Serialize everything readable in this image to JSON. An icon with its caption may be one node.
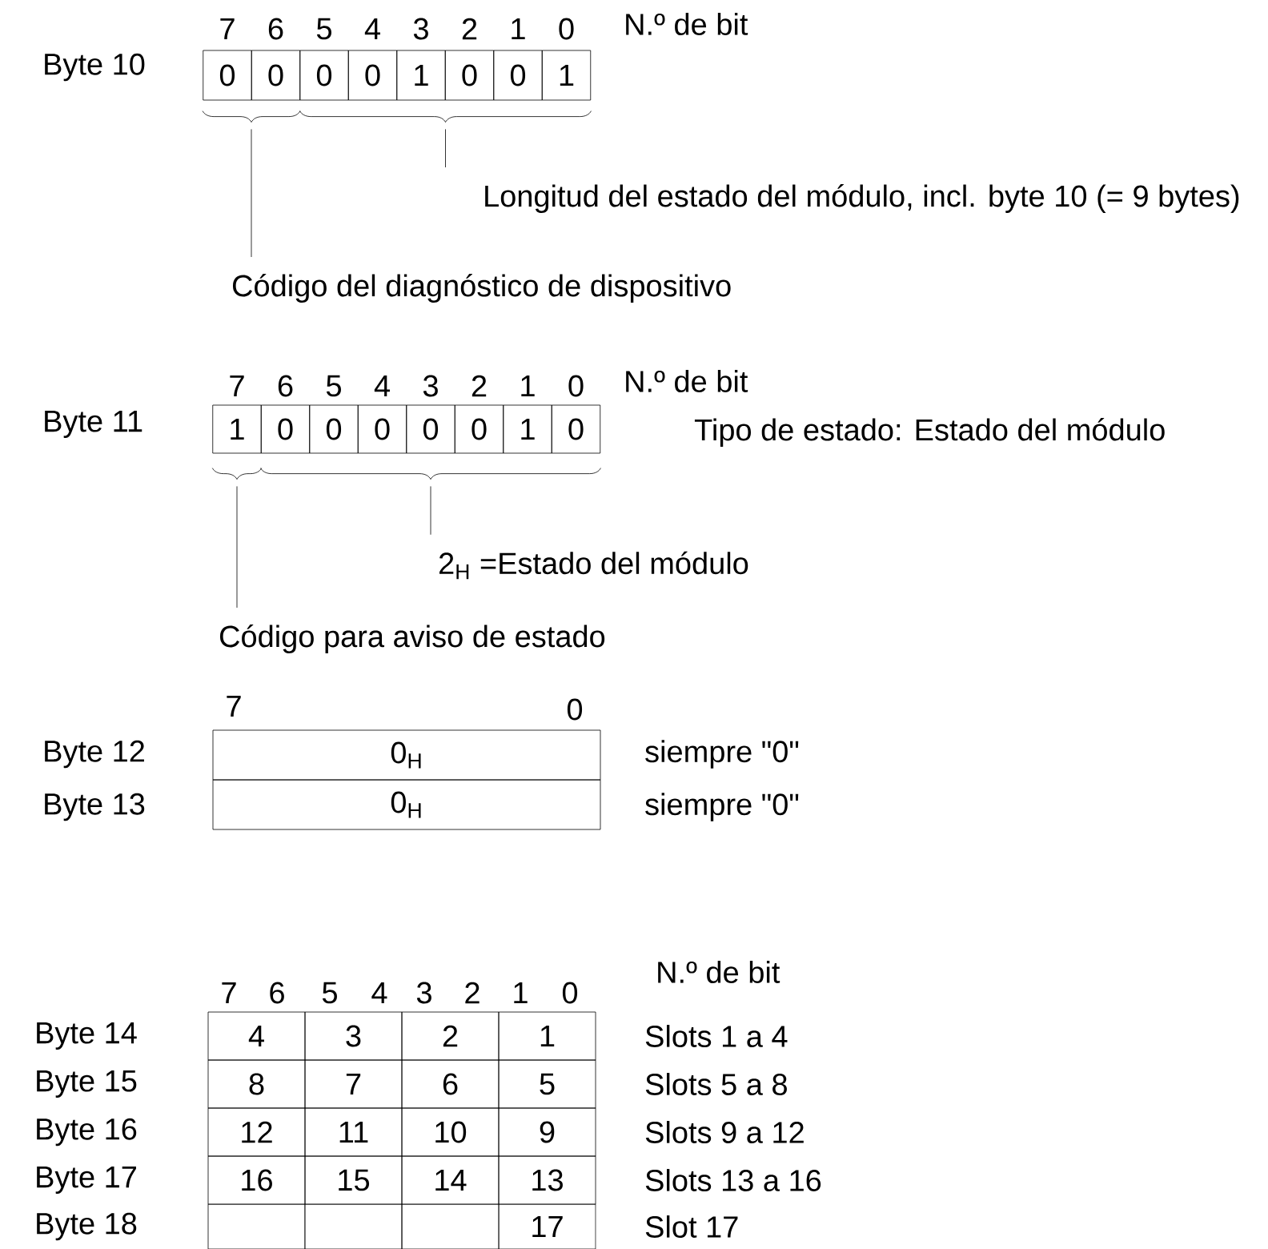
{
  "diagram": {
    "nodes": [
      {
        "text": [
          "Código del diagnóstico de dispositivo"
        ]
      },
      {
        "text": [
          "Longitud del estado del módulo, incl. byte 10 (= 9 bytes)"
        ]
      },
      {
        "text": [],
        "shape": "brace"
      },
      {
        "text": [],
        "shape": "brace"
      },
      {
        "text": [
          "Código para aviso de estado"
        ]
      },
      {
        "text": [
          "2$_{H}$ =Estado del módulo"
        ]
      },
      {
        "text": [],
        "shape": "brace"
      },
      {
        "text": [],
        "shape": "brace"
      }
    ],
    "edges": [
      {
        "from": 0,
        "to": 2,
        "arrow": "none"
      },
      {
        "from": 1,
        "to": 3,
        "arrow": "none"
      },
      {
        "from": 4,
        "to": 6,
        "arrow": "none"
      },
      {
        "from": 5,
        "to": 7,
        "arrow": "none"
      }
    ],
    "labels": [
      "7",
      "6",
      "5",
      "4",
      "3",
      "2",
      "1",
      "0",
      "N.º de bit",
      "Byte 10",
      "0",
      "0",
      "0",
      "0",
      "1",
      "0",
      "0",
      "1",
      "7",
      "6",
      "5",
      "4",
      "3",
      "2",
      "1",
      "0",
      "N.º de bit",
      "Byte 11",
      "1",
      "0",
      "0",
      "0",
      "0",
      "0",
      "1",
      "0",
      "Tipo de estado: Estado del módulo",
      "7",
      "0",
      "Byte 12",
      "0$_{H}$",
      "siempre \"0\"",
      "Byte 13",
      "0$_{H}$",
      "siempre \"0\"",
      "N.º de bit",
      "7",
      "6",
      "5",
      "4",
      "3",
      "2",
      "1",
      "0",
      "Byte 14",
      "4",
      "3",
      "2",
      "1",
      "Slots 1 a 4",
      "Byte 15",
      "8",
      "7",
      "6",
      "5",
      "Slots 5 a 8",
      "Byte 16",
      "12",
      "11",
      "10",
      "9",
      "Slots 9 a 12",
      "Byte 17",
      "16",
      "15",
      "14",
      "13",
      "Slots 13 a 16",
      "Byte 18",
      "17",
      "Slot 17"
    ]
  }
}
